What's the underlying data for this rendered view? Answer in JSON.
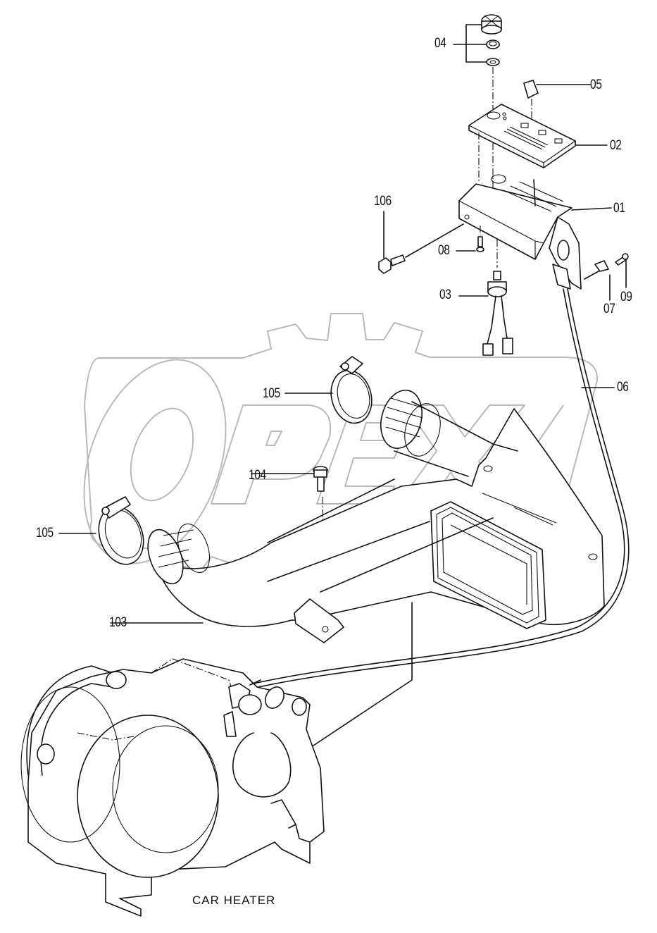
{
  "diagram": {
    "type": "exploded-parts-diagram",
    "caption": "CAR HEATER",
    "watermark": "OPEX",
    "colors": {
      "line": "#111111",
      "watermark": "#b9b9b9",
      "background": "#ffffff"
    },
    "callouts": [
      {
        "id": "04",
        "label": "04",
        "part": "knob assembly (knob, nut, washer)"
      },
      {
        "id": "05",
        "label": "05",
        "part": "lever knob"
      },
      {
        "id": "02",
        "label": "02",
        "part": "control panel plate"
      },
      {
        "id": "01",
        "label": "01",
        "part": "bracket"
      },
      {
        "id": "106",
        "label": "106",
        "part": "bolt"
      },
      {
        "id": "08",
        "label": "08",
        "part": "screw"
      },
      {
        "id": "03",
        "label": "03",
        "part": "switch with harness"
      },
      {
        "id": "07",
        "label": "07",
        "part": "cable clamp"
      },
      {
        "id": "09",
        "label": "09",
        "part": "screw"
      },
      {
        "id": "06",
        "label": "06",
        "part": "control cable"
      },
      {
        "id": "105a",
        "label": "105",
        "part": "hose clamp (upper)"
      },
      {
        "id": "104",
        "label": "104",
        "part": "bolt"
      },
      {
        "id": "105b",
        "label": "105",
        "part": "hose clamp (left)"
      },
      {
        "id": "103",
        "label": "103",
        "part": "air duct"
      }
    ]
  }
}
